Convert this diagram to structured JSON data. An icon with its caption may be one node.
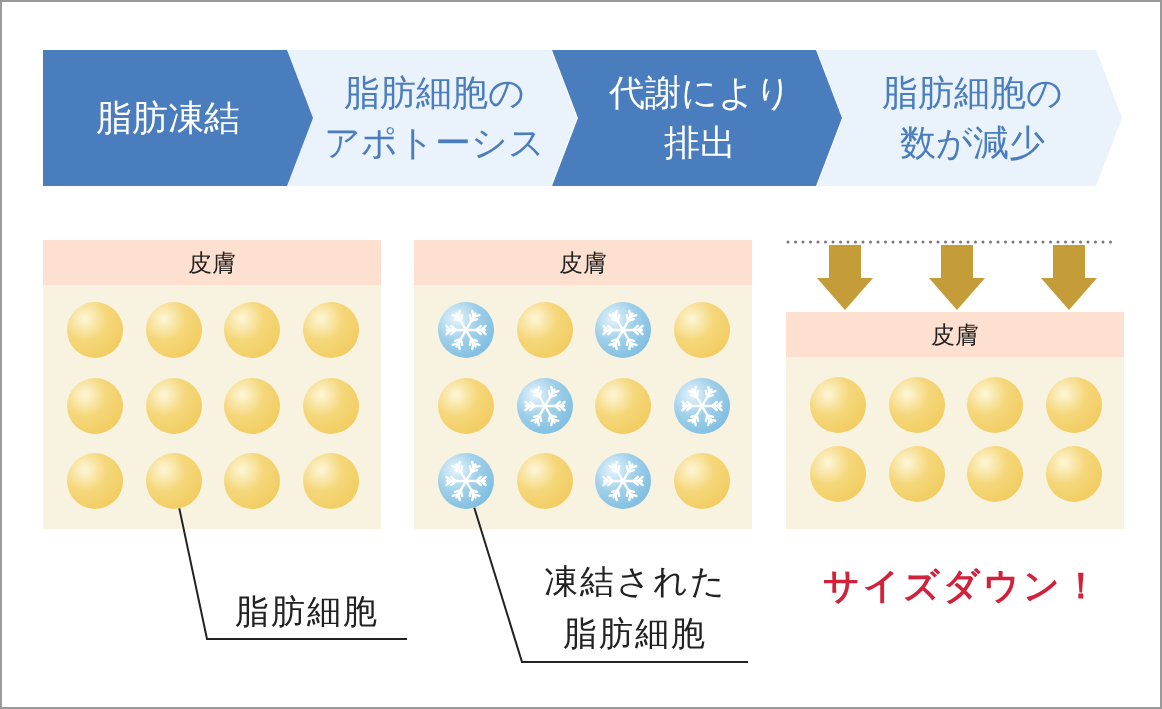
{
  "diagram": {
    "nodes": [
      {
        "text": [
          "脂肪凍結"
        ]
      },
      {
        "text": [
          "脂肪細胞のアポトーシス"
        ]
      },
      {
        "text": [
          "代謝により排出"
        ]
      },
      {
        "text": [
          "脂肪細胞の数が減少"
        ]
      },
      {
        "text": [
          "皮膚"
        ]
      },
      {
        "text": [
          "皮膚"
        ]
      },
      {
        "text": [
          "皮膚"
        ]
      },
      {
        "text": [
          "脂肪細胞"
        ]
      },
      {
        "text": [
          "凍結された脂肪細胞"
        ]
      },
      {
        "text": [],
        "shape": "circle"
      },
      {
        "text": [],
        "shape": "circle"
      }
    ],
    "edges": [
      {
        "from": 7,
        "to": 9,
        "arrow": "none"
      },
      {
        "from": 8,
        "to": 10,
        "arrow": "none"
      }
    ],
    "labels": [
      "サイズダウン！"
    ]
  }
}
